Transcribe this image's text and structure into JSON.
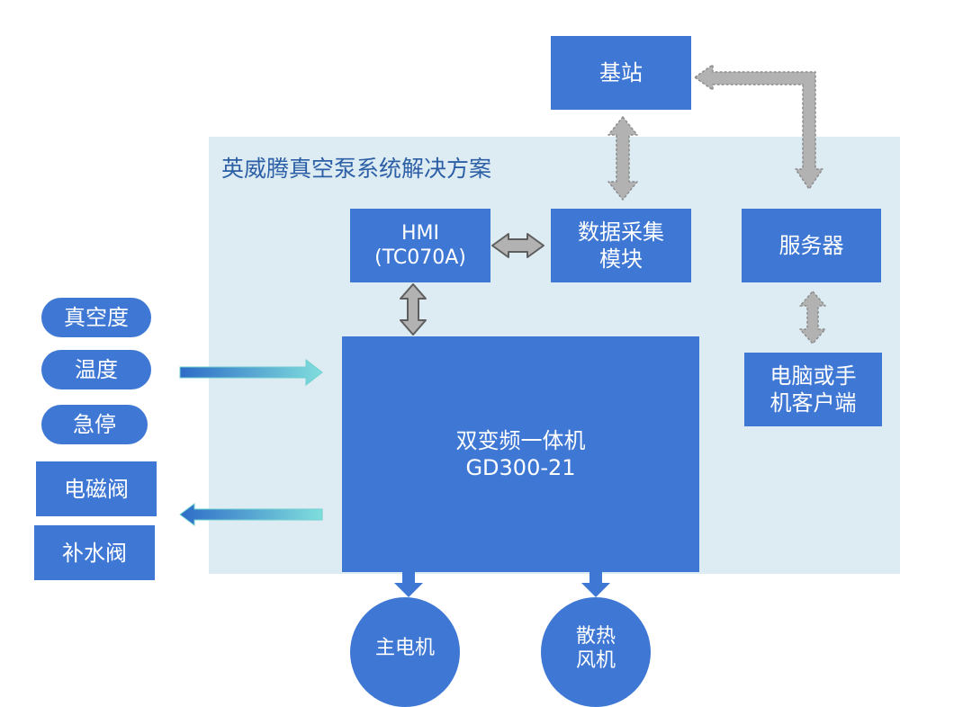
{
  "title": "英威腾真空泵系统解决方案",
  "nodes": {
    "base_station": "基站",
    "hmi": "HMI\n(TC070A)",
    "data_acquisition": "数据采集\n模块",
    "server": "服务器",
    "client": "电脑或手\n机客户端",
    "drive": "双变频一体机\nGD300-21",
    "main_motor": "主电机",
    "cooling_fan": "散热\n风机"
  },
  "inputs": [
    "真空度",
    "温度",
    "急停"
  ],
  "outputs": [
    "电磁阀",
    "补水阀"
  ],
  "colors": {
    "node_fill": "#3f78d4",
    "panel_fill": "#ddebf3",
    "title_text": "#2c5fa6",
    "link_arrow": "#b2b2b2",
    "signal_arrow_start": "#2e6cc8",
    "signal_arrow_end": "#7fdedc"
  }
}
